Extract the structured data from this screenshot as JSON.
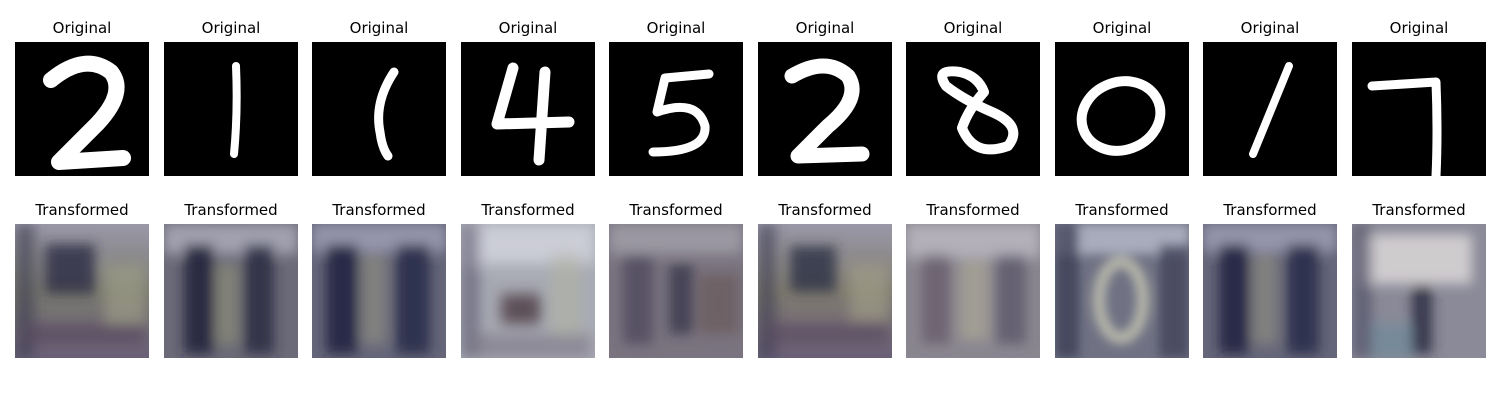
{
  "columns": [
    {
      "original_title": "Original",
      "transformed_title": "Transformed",
      "digit": "2"
    },
    {
      "original_title": "Original",
      "transformed_title": "Transformed",
      "digit": "1"
    },
    {
      "original_title": "Original",
      "transformed_title": "Transformed",
      "digit": "1"
    },
    {
      "original_title": "Original",
      "transformed_title": "Transformed",
      "digit": "4"
    },
    {
      "original_title": "Original",
      "transformed_title": "Transformed",
      "digit": "5"
    },
    {
      "original_title": "Original",
      "transformed_title": "Transformed",
      "digit": "2"
    },
    {
      "original_title": "Original",
      "transformed_title": "Transformed",
      "digit": "8"
    },
    {
      "original_title": "Original",
      "transformed_title": "Transformed",
      "digit": "0"
    },
    {
      "original_title": "Original",
      "transformed_title": "Transformed",
      "digit": "1"
    },
    {
      "original_title": "Original",
      "transformed_title": "Transformed",
      "digit": "7"
    }
  ],
  "colors": {
    "original_bg": "#000000",
    "original_stroke": "#ffffff",
    "transformed_base": "#6e6a78",
    "transformed_dark": "#2a2c44",
    "transformed_light": "#c8c8d2"
  }
}
